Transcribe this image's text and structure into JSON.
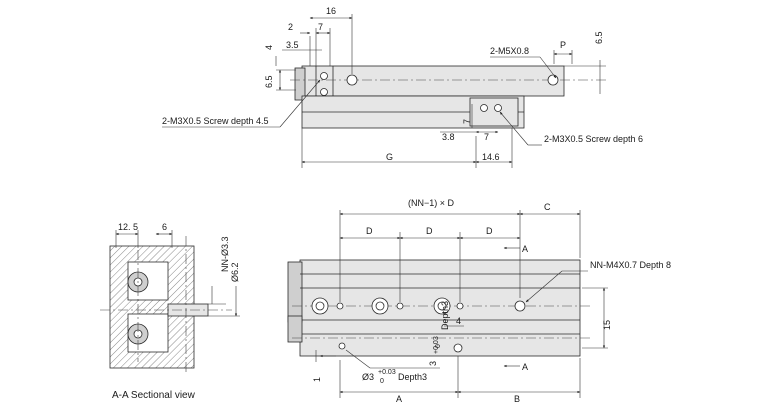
{
  "top_view": {
    "dims": {
      "d16": "16",
      "d2": "2",
      "d7": "7",
      "d4": "4",
      "d35": "3.5",
      "d65_left": "6.5",
      "d65_right": "6.5",
      "p": "P",
      "d7_lower": "7",
      "d38": "3.8",
      "d7_lower2": "7",
      "g": "G",
      "d146": "14.6"
    },
    "callouts": {
      "m5": "2-M5X0.8",
      "m3_left": "2-M3X0.5  Screw depth 4.5",
      "m3_right": "2-M3X0.5  Screw depth 6"
    }
  },
  "section_view": {
    "dims": {
      "d125": "12. 5",
      "d6": "6",
      "nn_d33": "NN-Ø3.3",
      "d62": "Ø6.2"
    },
    "caption": "A-A Sectional view"
  },
  "front_view": {
    "dims": {
      "nn1d": "(NN−1) × D",
      "c": "C",
      "d1": "D",
      "d2": "D",
      "d3": "D",
      "a_top": "A",
      "a_bottom": "A",
      "depth3": "Depth3",
      "d4": "4",
      "tol": "3",
      "tol_up": "+0.03",
      "tol_lo": "0",
      "d15": "15",
      "d1_small": "1",
      "pin_main": "Ø3",
      "pin_up": "+0.03",
      "pin_lo": "0",
      "pin_depth": "Depth3",
      "dim_a": "A",
      "dim_b": "B"
    },
    "callouts": {
      "m4": "NN-M4X0.7 Depth 8"
    }
  }
}
